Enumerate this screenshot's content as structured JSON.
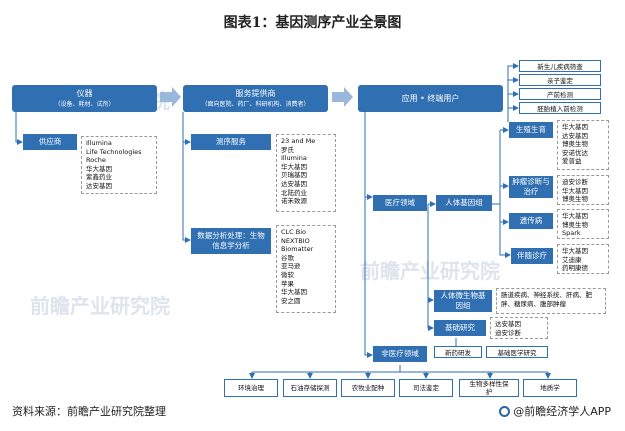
{
  "title": "图表1：基因测序产业全景图",
  "source": "资料来源：前瞻产业研究院整理",
  "brand": "@前瞻经济学人APP",
  "watermark": "前瞻产业研究院",
  "sections": {
    "instruments": {
      "title": "仪器",
      "subtitle": "（设备、耗材、试剂）"
    },
    "services": {
      "title": "服务提供商",
      "subtitle": "（面向医院、药厂、科研机构、消费者）"
    },
    "end_users": {
      "title": "应用 • 终端用户"
    }
  },
  "suppliers": {
    "label": "供应商",
    "items": [
      "Illumina",
      "Life Technologies",
      "Roche",
      "华大基因",
      "紫鑫药业",
      "达安基因"
    ]
  },
  "sequencing": {
    "label": "测序服务",
    "items": [
      "23 and Me",
      "罗氏",
      "Illumina",
      "华大基因",
      "贝瑞基因",
      "达安基因",
      "北陆药业",
      "诺禾致源"
    ]
  },
  "analysis": {
    "label": "数据分析处理：生物信息学分析",
    "items": [
      "CLC Bio",
      "NEXTBIO",
      "Biomatter",
      "谷歌",
      "亚马逊",
      "微软",
      "苹果",
      "华大基因",
      "安之圆"
    ]
  },
  "medical": {
    "label": "医疗领域"
  },
  "human_genome": {
    "label": "人体基因组"
  },
  "reproductive": {
    "label": "生殖生育",
    "items": [
      "华大基因",
      "达安基因",
      "博奥生物",
      "安诺优达",
      "爱普益"
    ]
  },
  "reproductive_sub": [
    "新生儿疾病筛查",
    "亲子鉴定",
    "产前检测",
    "胚胎植入前检测"
  ],
  "tumor": {
    "label": "肿瘤诊断与治疗",
    "items": [
      "迪安诊断",
      "华大基因",
      "博奥生物"
    ]
  },
  "genetic": {
    "label": "遗传病",
    "items": [
      "华大基因",
      "博奥生物",
      "Spark"
    ]
  },
  "companion": {
    "label": "伴随诊疗",
    "items": [
      "华大基因",
      "艾迪康",
      "药明康德"
    ]
  },
  "microbiome": {
    "label": "人体微生物基因组",
    "text": "肠道疾病、神经系统、肝病、肥胖、糖尿病、腹部肿瘤"
  },
  "research": {
    "label": "基础研究",
    "items": [
      "达安基因",
      "迪安诊断"
    ]
  },
  "drug_dev": "新药研发",
  "basic_med": "基础医学研究",
  "non_medical": {
    "label": "非医疗领域"
  },
  "bottom": [
    "环境治理",
    "石油存储探测",
    "农牧业配种",
    "司法鉴定",
    "生物多样性保护",
    "地质学"
  ]
}
